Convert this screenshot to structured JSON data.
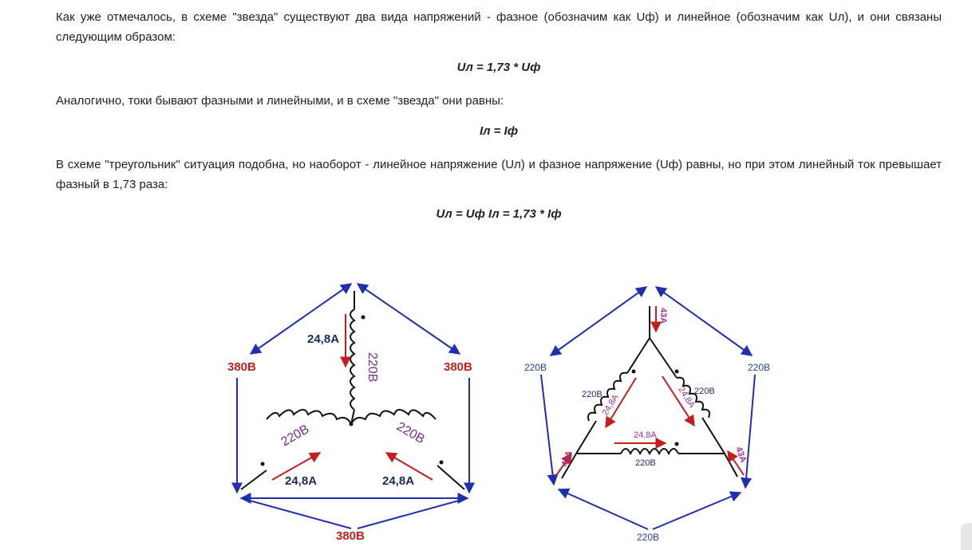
{
  "text": {
    "p1": "Как уже отмечалось, в схеме \"звезда\" существуют два вида напряжений - фазное (обозначим как Uф) и линейное (обозначим как Uл), и они связаны следующим образом:",
    "f1": "Uл = 1,73 * Uф",
    "p2": "Аналогично, токи бывают фазными и линейными, и в схеме \"звезда\" они равны:",
    "f2": "Iл = Iф",
    "p3": "В схеме \"треугольник\" ситуация подобна, но наоборот - линейное напряжение (Uл) и фазное напряжение (Uф) равны, но при этом линейный ток превышает фазный в 1,73 раза:",
    "f3": "Uл = Uф Iл = 1,73 * Iф"
  },
  "star": {
    "line_voltage_left": "380В",
    "line_voltage_right": "380В",
    "line_voltage_bottom": "380В",
    "phase_voltage_top": "220В",
    "phase_voltage_left": "220В",
    "phase_voltage_right": "220В",
    "current_top": "24,8А",
    "current_left": "24,8А",
    "current_right": "24,8А"
  },
  "delta": {
    "line_voltage_left": "220В",
    "line_voltage_right": "220В",
    "line_voltage_bottom": "220В",
    "phase_voltage_left": "220В",
    "phase_voltage_right": "220В",
    "phase_voltage_bottom": "220В",
    "phase_current_left": "24,8А",
    "phase_current_right": "24,8А",
    "phase_current_bottom": "24,8А",
    "line_current_top": "43А",
    "line_current_left": "43А",
    "line_current_right": "43А"
  },
  "colors": {
    "blue_arrow": "#1f2fb0",
    "red_arrow": "#c41e1e",
    "wire": "#111111"
  }
}
